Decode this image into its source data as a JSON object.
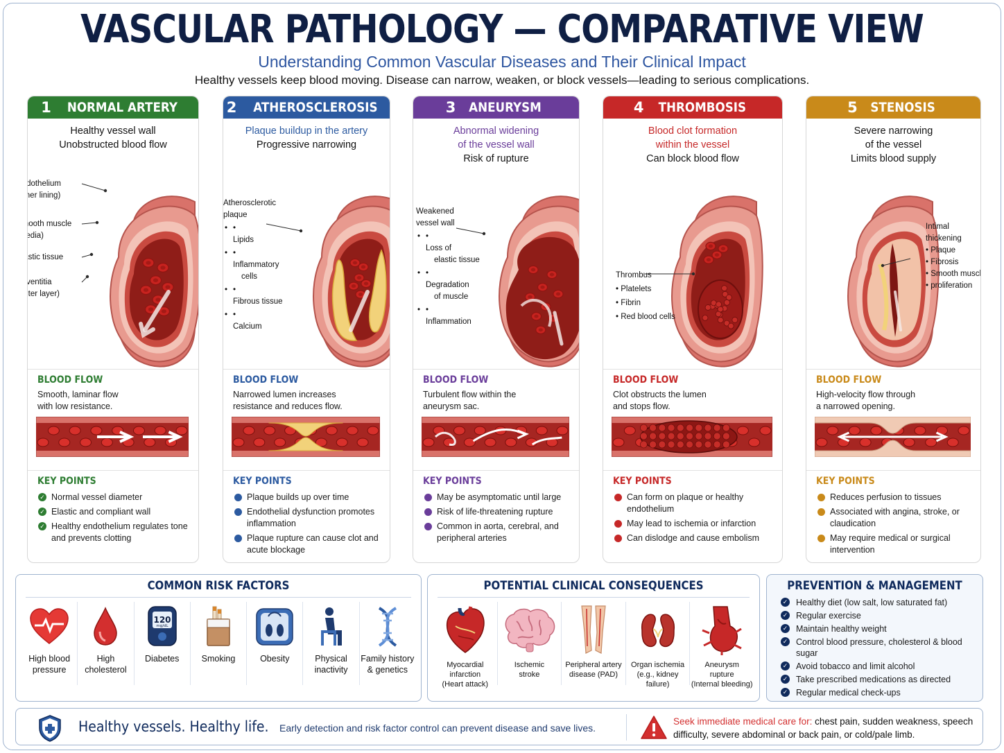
{
  "header": {
    "title": "VASCULAR PATHOLOGY — COMPARATIVE VIEW",
    "subtitle": "Understanding Common Vascular Diseases and Their Clinical Impact",
    "tagline": "Healthy vessels keep blood moving.  Disease can narrow, weaken, or block vessels—leading to serious complications."
  },
  "colors": {
    "normal": "#2e7d32",
    "atherosclerosis": "#2c5aa0",
    "aneurysm": "#6a3d9a",
    "thrombosis": "#c62828",
    "stenosis": "#c98a1a",
    "navy": "#0f2a5c"
  },
  "panels": [
    {
      "num": "1",
      "name": "NORMAL ARTERY",
      "desc_lines": [
        "Healthy vessel wall",
        "Unobstructed blood flow"
      ],
      "labels": [
        "Endothelium",
        "(inner lining)",
        "Smooth muscle",
        "(media)",
        "Elastic tissue",
        "Adventitia",
        "(outer layer)"
      ],
      "flow_title": "BLOOD FLOW",
      "flow_lines": [
        "Smooth, laminar flow",
        "with low resistance."
      ],
      "kp_title": "KEY POINTS",
      "key_points": [
        "Normal vessel diameter",
        "Elastic and compliant wall",
        "Healthy endothelium regulates tone and prevents clotting"
      ]
    },
    {
      "num": "2",
      "name": "ATHEROSCLEROSIS",
      "desc_lines": [
        "Plaque buildup in the artery",
        "Progressive narrowing"
      ],
      "labels": [
        "Atherosclerotic",
        "plaque",
        "Lipids",
        "Inflammatory",
        "cells",
        "Fibrous tissue",
        "Calcium"
      ],
      "flow_title": "BLOOD FLOW",
      "flow_lines": [
        "Narrowed lumen increases",
        "resistance and reduces flow."
      ],
      "kp_title": "KEY POINTS",
      "key_points": [
        "Plaque builds up over time",
        "Endothelial dysfunction promotes inflammation",
        "Plaque rupture can cause clot and acute blockage"
      ]
    },
    {
      "num": "3",
      "name": "ANEURYSM",
      "desc_lines": [
        "Abnormal widening",
        "of the vessel wall",
        "Risk of rupture"
      ],
      "labels": [
        "Weakened",
        "vessel wall",
        "Loss of",
        "elastic tissue",
        "Degradation",
        "of muscle",
        "Inflammation"
      ],
      "flow_title": "BLOOD FLOW",
      "flow_lines": [
        "Turbulent flow within the",
        "aneurysm sac."
      ],
      "kp_title": "KEY POINTS",
      "key_points": [
        "May be asymptomatic until large",
        "Risk of life-threatening rupture",
        "Common in aorta, cerebral, and peripheral arteries"
      ]
    },
    {
      "num": "4",
      "name": "THROMBOSIS",
      "desc_lines": [
        "Blood clot formation",
        "within the vessel",
        "Can block blood flow"
      ],
      "labels": [
        "Thrombus",
        "Platelets",
        "Fibrin",
        "Red blood cells"
      ],
      "flow_title": "BLOOD FLOW",
      "flow_lines": [
        "Clot obstructs the lumen",
        "and stops flow."
      ],
      "kp_title": "KEY POINTS",
      "key_points": [
        "Can form on plaque or healthy endothelium",
        "May lead to ischemia or infarction",
        "Can dislodge and cause embolism"
      ]
    },
    {
      "num": "5",
      "name": "STENOSIS",
      "desc_lines": [
        "Severe narrowing",
        "of the vessel",
        "Limits blood supply"
      ],
      "labels": [
        "Intimal",
        "thickening",
        "Plaque",
        "Fibrosis",
        "Smooth muscle",
        "proliferation"
      ],
      "flow_title": "BLOOD FLOW",
      "flow_lines": [
        "High-velocity flow through",
        "a narrowed opening."
      ],
      "kp_title": "KEY POINTS",
      "key_points": [
        "Reduces perfusion to tissues",
        "Associated with angina, stroke, or claudication",
        "May require medical or surgical intervention"
      ]
    }
  ],
  "risk": {
    "title": "COMMON RISK FACTORS",
    "items": [
      {
        "icon": "heart-pulse-icon",
        "label_lines": [
          "High blood",
          "pressure"
        ]
      },
      {
        "icon": "blood-drop-icon",
        "label_lines": [
          "High",
          "cholesterol"
        ]
      },
      {
        "icon": "glucose-meter-icon",
        "label_lines": [
          "Diabetes"
        ],
        "meter_value": "120",
        "meter_unit": "mg/dL"
      },
      {
        "icon": "cigarette-pack-icon",
        "label_lines": [
          "Smoking"
        ]
      },
      {
        "icon": "scale-icon",
        "label_lines": [
          "Obesity"
        ]
      },
      {
        "icon": "sitting-person-icon",
        "label_lines": [
          "Physical",
          "inactivity"
        ]
      },
      {
        "icon": "dna-icon",
        "label_lines": [
          "Family history",
          "& genetics"
        ]
      }
    ]
  },
  "consequences": {
    "title": "POTENTIAL CLINICAL CONSEQUENCES",
    "items": [
      {
        "icon": "heart-icon",
        "label_lines": [
          "Myocardial",
          "infarction",
          "(Heart attack)"
        ]
      },
      {
        "icon": "brain-icon",
        "label_lines": [
          "Ischemic",
          "stroke"
        ]
      },
      {
        "icon": "legs-icon",
        "label_lines": [
          "Peripheral artery",
          "disease (PAD)"
        ]
      },
      {
        "icon": "kidney-icon",
        "label_lines": [
          "Organ ischemia",
          "(e.g., kidney",
          "failure)"
        ]
      },
      {
        "icon": "ruptured-vessel-icon",
        "label_lines": [
          "Aneurysm",
          "rupture",
          "(Internal bleeding)"
        ]
      }
    ]
  },
  "prevention": {
    "title": "PREVENTION & MANAGEMENT",
    "items": [
      "Healthy diet (low salt, low saturated fat)",
      "Regular exercise",
      "Maintain healthy weight",
      "Control blood pressure, cholesterol & blood sugar",
      "Avoid tobacco and limit alcohol",
      "Take prescribed medications as directed",
      "Regular medical check-ups"
    ]
  },
  "footer": {
    "slogan": "Healthy vessels.  Healthy life.",
    "message": "Early detection and risk factor control can prevent disease and save lives.",
    "warning_lead": "Seek immediate medical care for:",
    "warning_text": " chest pain, sudden weakness, speech difficulty, severe abdominal or back pain, or cold/pale limb."
  }
}
